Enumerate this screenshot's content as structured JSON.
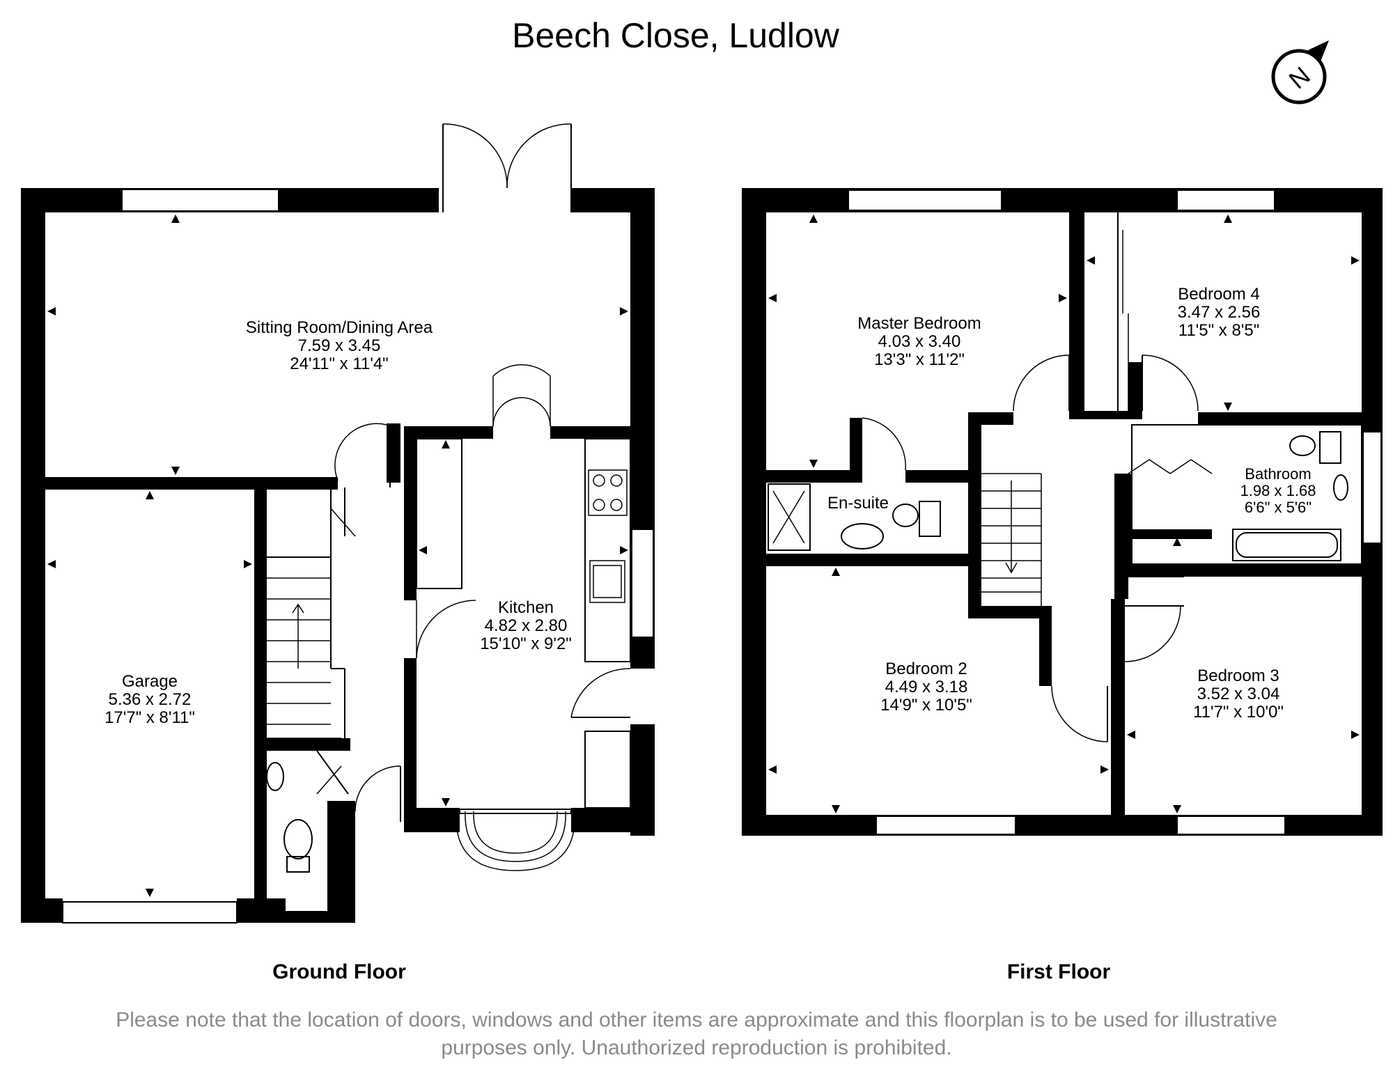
{
  "title": "Beech Close, Ludlow",
  "compass": {
    "letter": "N",
    "icon": "north-arrow-icon"
  },
  "floors": {
    "ground": {
      "label": "Ground Floor"
    },
    "first": {
      "label": "First Floor"
    }
  },
  "rooms": {
    "sitting": {
      "name": "Sitting Room/Dining Area",
      "metric": "7.59 x 3.45",
      "imperial": "24'11\" x 11'4\""
    },
    "garage": {
      "name": "Garage",
      "metric": "5.36 x 2.72",
      "imperial": "17'7\" x 8'11\""
    },
    "kitchen": {
      "name": "Kitchen",
      "metric": "4.82 x 2.80",
      "imperial": "15'10\" x 9'2\""
    },
    "master": {
      "name": "Master Bedroom",
      "metric": "4.03 x 3.40",
      "imperial": "13'3\" x 11'2\""
    },
    "bed4": {
      "name": "Bedroom 4",
      "metric": "3.47 x 2.56",
      "imperial": "11'5\" x 8'5\""
    },
    "ensuite": {
      "name": "En-suite"
    },
    "bathroom": {
      "name": "Bathroom",
      "metric": "1.98 x 1.68",
      "imperial": "6'6\" x 5'6\""
    },
    "bed2": {
      "name": "Bedroom 2",
      "metric": "4.49 x 3.18",
      "imperial": "14'9\" x 10'5\""
    },
    "bed3": {
      "name": "Bedroom 3",
      "metric": "3.52 x 3.04",
      "imperial": "11'7\" x 10'0\""
    }
  },
  "disclaimer": {
    "line1": "Please note that the location of doors, windows and other items are approximate and this floorplan is to be used for illustrative",
    "line2": "purposes only. Unauthorized reproduction is prohibited."
  }
}
